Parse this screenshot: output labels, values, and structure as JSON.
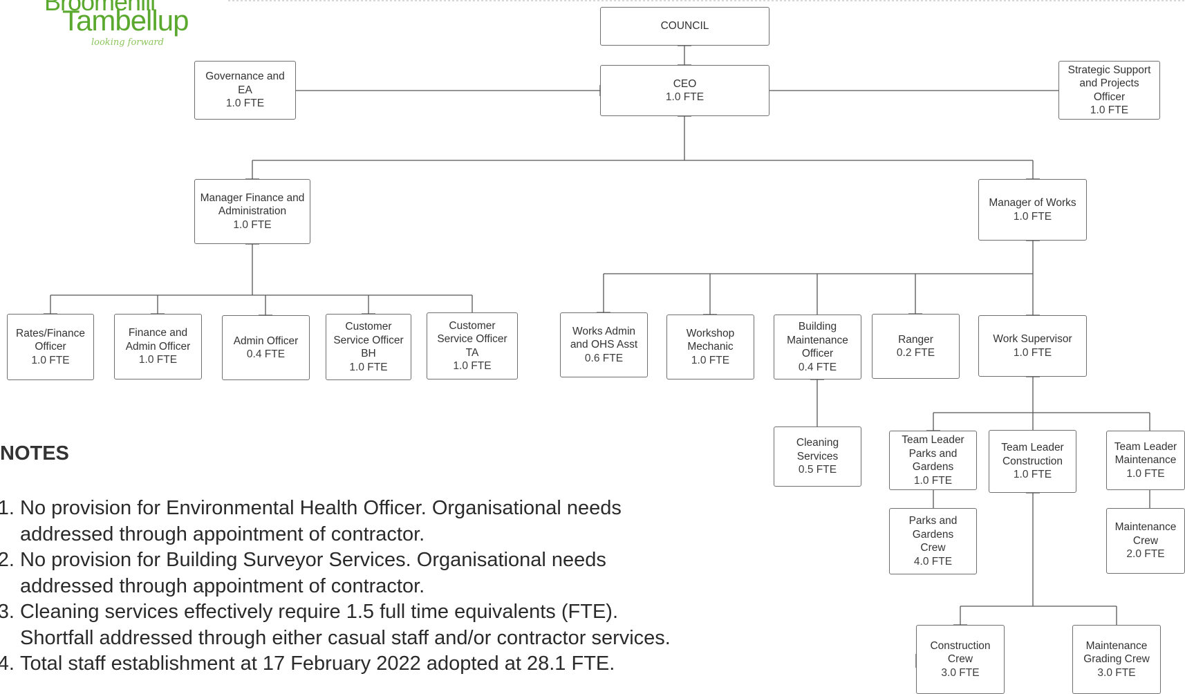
{
  "logo": {
    "line1": "Broomehill",
    "line2": "Tambellup",
    "tagline": "looking forward"
  },
  "org": {
    "council": {
      "lines": [
        "COUNCIL"
      ]
    },
    "ceo": {
      "lines": [
        "CEO",
        "1.0 FTE"
      ]
    },
    "governance": {
      "lines": [
        "Governance and",
        "EA",
        "1.0 FTE"
      ]
    },
    "strategic": {
      "lines": [
        "Strategic Support",
        "and Projects",
        "Officer",
        "1.0 FTE"
      ]
    },
    "mgr_finance": {
      "lines": [
        "Manager Finance and",
        "Administration",
        "1.0 FTE"
      ]
    },
    "mgr_works": {
      "lines": [
        "Manager of Works",
        "1.0 FTE"
      ]
    },
    "rates": {
      "lines": [
        "Rates/Finance",
        "Officer",
        "1.0 FTE"
      ]
    },
    "fin_admin": {
      "lines": [
        "Finance and",
        "Admin Officer",
        "1.0 FTE"
      ]
    },
    "admin_officer": {
      "lines": [
        "Admin Officer",
        "0.4 FTE"
      ]
    },
    "cso_bh": {
      "lines": [
        "Customer",
        "Service Officer",
        "BH",
        "1.0 FTE"
      ]
    },
    "cso_ta": {
      "lines": [
        "Customer",
        "Service Officer",
        "TA",
        "1.0 FTE"
      ]
    },
    "works_admin": {
      "lines": [
        "Works Admin",
        "and OHS Asst",
        "0.6 FTE"
      ]
    },
    "workshop": {
      "lines": [
        "Workshop",
        "Mechanic",
        "1.0 FTE"
      ]
    },
    "building": {
      "lines": [
        "Building",
        "Maintenance",
        "Officer",
        "0.4 FTE"
      ]
    },
    "ranger": {
      "lines": [
        "Ranger",
        "0.2 FTE"
      ]
    },
    "work_supervisor": {
      "lines": [
        "Work Supervisor",
        "1.0 FTE"
      ]
    },
    "cleaning": {
      "lines": [
        "Cleaning",
        "Services",
        "0.5 FTE"
      ]
    },
    "tl_parks": {
      "lines": [
        "Team Leader",
        "Parks and",
        "Gardens",
        "1.0 FTE"
      ]
    },
    "tl_construction": {
      "lines": [
        "Team Leader",
        "Construction",
        "1.0 FTE"
      ]
    },
    "tl_maintenance": {
      "lines": [
        "Team Leader",
        "Maintenance",
        "1.0 FTE"
      ]
    },
    "parks_crew": {
      "lines": [
        "Parks and",
        "Gardens",
        "Crew",
        "4.0 FTE"
      ]
    },
    "maint_crew": {
      "lines": [
        "Maintenance",
        "Crew",
        "2.0 FTE"
      ]
    },
    "construction_crew": {
      "lines": [
        "Construction",
        "Crew",
        "3.0 FTE"
      ]
    },
    "grading_crew": {
      "lines": [
        "Maintenance",
        "Grading Crew",
        "3.0 FTE"
      ]
    }
  },
  "notes": {
    "heading": "NOTES",
    "items": [
      "No provision for Environmental Health Officer.  Organisational needs addressed through appointment of contractor.",
      "No provision for Building Surveyor Services. Organisational needs addressed through appointment of contractor.",
      "Cleaning services effectively require 1.5 full time equivalents (FTE). Shortfall addressed through either casual staff and/or contractor services.",
      "Total staff establishment at 17 February 2022 adopted at 28.1 FTE."
    ]
  },
  "colors": {
    "logo_green": "#5aa92e",
    "box_border": "#6e6e6e",
    "connector": "#555555",
    "text": "#333333"
  }
}
